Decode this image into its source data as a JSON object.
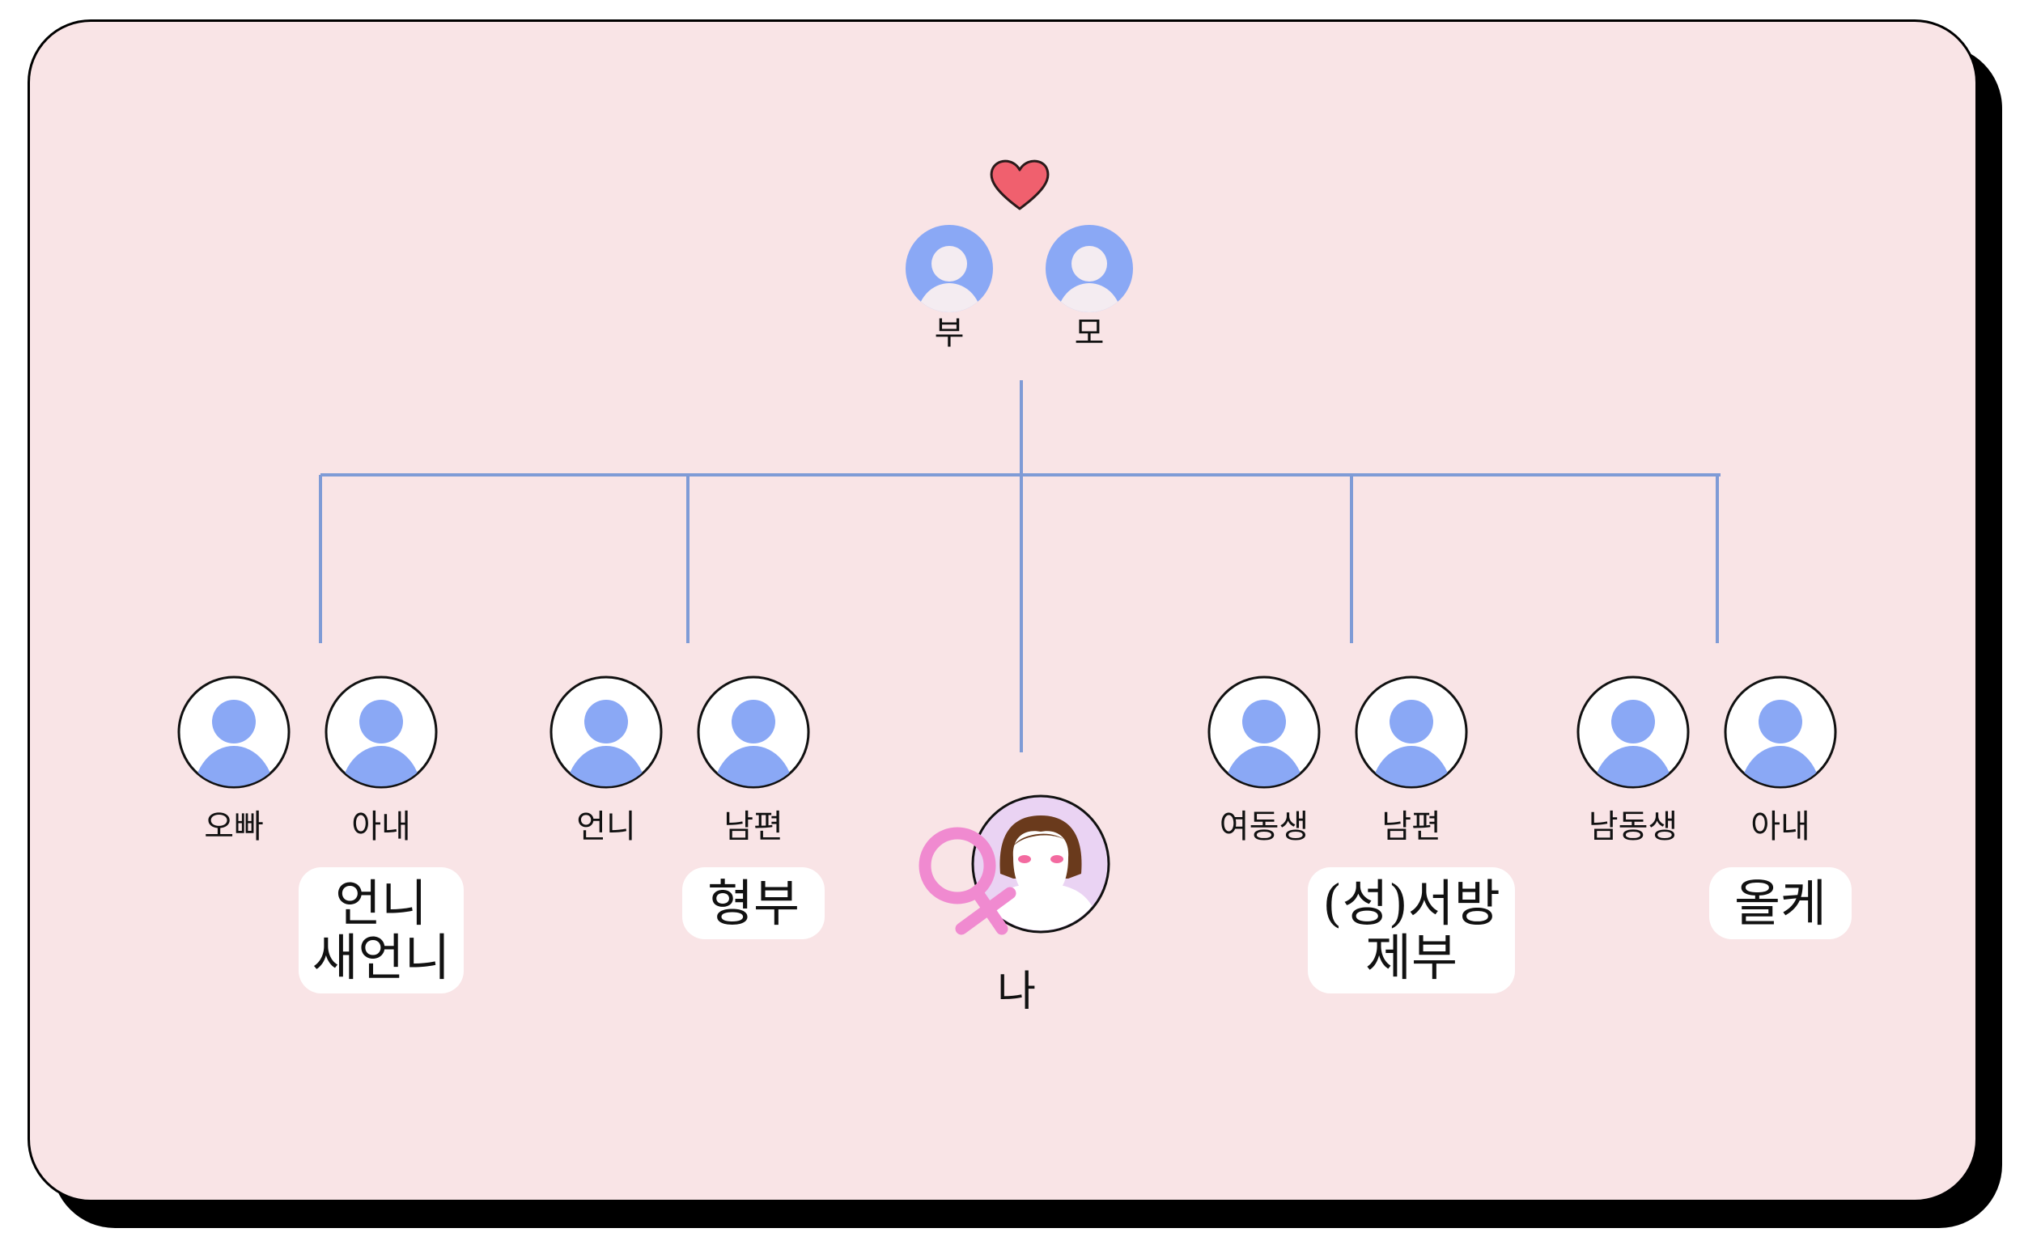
{
  "colors": {
    "background": "#f9e4e6",
    "line": "#7f9bd6",
    "avatar": "#8aa8f5",
    "heart": "#f0606e",
    "female_symbol": "#f08ad0",
    "me_ring": "#ead3f3"
  },
  "icons": {
    "heart": "heart-icon",
    "person": "person-icon",
    "female": "female-symbol-icon"
  },
  "parents": {
    "father": {
      "label": "부"
    },
    "mother": {
      "label": "모"
    }
  },
  "me": {
    "label": "나"
  },
  "siblings": [
    {
      "person": "오빠",
      "spouse": "아내",
      "terms": [
        "언니",
        "새언니"
      ]
    },
    {
      "person": "언니",
      "spouse": "남편",
      "terms": [
        "형부"
      ]
    },
    {
      "person": "여동생",
      "spouse": "남편",
      "terms": [
        "(성)서방",
        "제부"
      ]
    },
    {
      "person": "남동생",
      "spouse": "아내",
      "terms": [
        "올케"
      ]
    }
  ]
}
